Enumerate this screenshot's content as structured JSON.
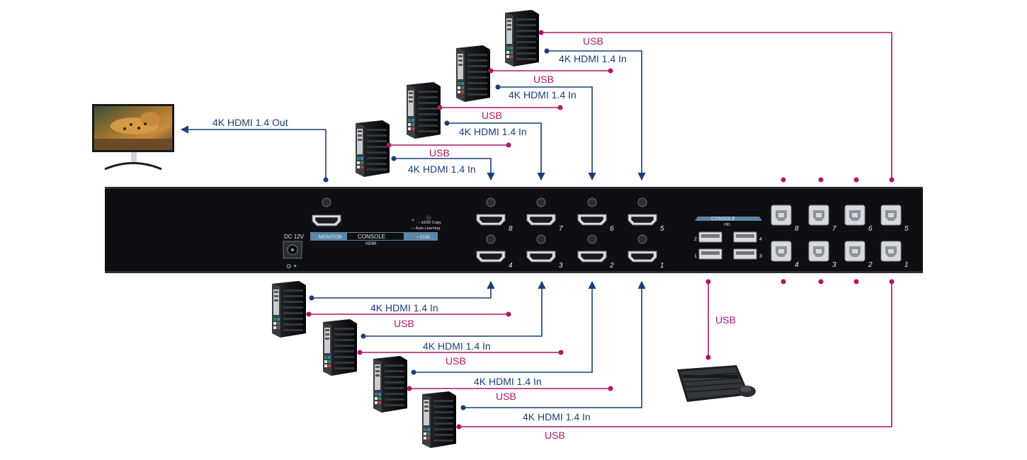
{
  "colors": {
    "hdmi_line": "#1a3e7a",
    "usb_line": "#b0156a",
    "panel": "#0d0f12",
    "console_strip": "#5b86a6"
  },
  "labels": {
    "hdmi_out": "4K HDMI 1.4 Out",
    "hdmi_in": "4K HDMI 1.4 In",
    "usb": "USB"
  },
  "panel": {
    "dc_label": "DC 12V",
    "monitor_label": "MONITOR",
    "console_label": "CONSOLE",
    "hdmi_label": "HDMI",
    "edid_label": "+ EDID",
    "edid_copy": "-- EDID Copy",
    "auto_learning": "--- Auto Learning",
    "console_hid_label": "CONSOLE",
    "hid_label": "HID",
    "hdmi_port_numbers_top": [
      "8",
      "7",
      "6",
      "5"
    ],
    "hdmi_port_numbers_bottom": [
      "4",
      "3",
      "2",
      "1"
    ],
    "usb_port_numbers_top": [
      "8",
      "7",
      "6",
      "5"
    ],
    "usb_port_numbers_bottom": [
      "4",
      "3",
      "2",
      "1"
    ],
    "hid_numbers_left": [
      "2",
      "1"
    ],
    "hid_numbers_right": [
      "4",
      "3"
    ]
  },
  "devices": {
    "monitor_icon": "monitor-icon",
    "computer_icon": "computer-tower-icon",
    "keyboard_icon": "keyboard-mouse-icon"
  }
}
